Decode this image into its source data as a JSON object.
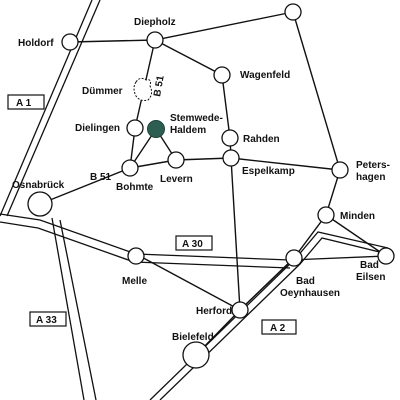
{
  "map": {
    "towns": {
      "holdorf": "Holdorf",
      "diepholz": "Diepholz",
      "duemmer": "Dümmer",
      "wagenfeld": "Wagenfeld",
      "dielingen": "Dielingen",
      "stemwede": "Stemwede-",
      "haldem": "Haldem",
      "rahden": "Rahden",
      "levern": "Levern",
      "espelkamp": "Espelkamp",
      "petershagen_1": "Peters-",
      "petershagen_2": "hagen",
      "osnabrueck": "Osnabrück",
      "bohmte": "Bohmte",
      "minden": "Minden",
      "melle": "Melle",
      "bad_oeynhausen_1": "Bad",
      "bad_oeynhausen_2": "Oeynhausen",
      "bad_eilsen_1": "Bad",
      "bad_eilsen_2": "Eilsen",
      "herford": "Herford",
      "bielefeld": "Bielefeld"
    },
    "roads": {
      "a1": "A 1",
      "a30": "A 30",
      "a33": "A 33",
      "a2": "A 2",
      "b51_north": "B 51",
      "b51_south": "B 51"
    },
    "highlight_color": "#2e5e52",
    "lake_name": "Dümmer"
  }
}
